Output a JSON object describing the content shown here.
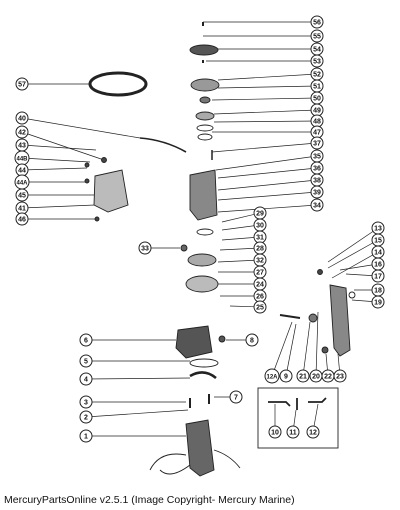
{
  "footer": "MercuryPartsOnline v2.5.1 (Image Copyright- Mercury Marine)",
  "callouts": {
    "left_column": [
      "57",
      "40",
      "42",
      "43",
      "44B",
      "44",
      "44A",
      "45",
      "41",
      "46",
      "33",
      "6",
      "5",
      "4",
      "3",
      "2",
      "1"
    ],
    "center_column": [
      "56",
      "55",
      "54",
      "53",
      "52",
      "51",
      "50",
      "49",
      "48",
      "47",
      "37",
      "35",
      "36",
      "38",
      "39",
      "34",
      "29",
      "30",
      "31",
      "28",
      "32",
      "27",
      "24",
      "26",
      "25",
      "8"
    ],
    "right_column": [
      "13",
      "15",
      "14",
      "16",
      "17",
      "18",
      "19"
    ],
    "bottom_row": [
      "12A",
      "9",
      "21",
      "20",
      "22",
      "23"
    ],
    "box_row": [
      "10",
      "11",
      "12"
    ],
    "misc": [
      "7"
    ]
  }
}
